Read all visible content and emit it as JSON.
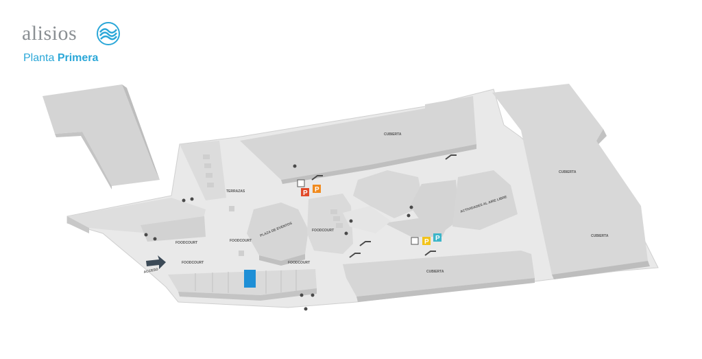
{
  "brand": {
    "name": "alisios",
    "subtitle_prefix": "Planta",
    "subtitle_strong": "Primera",
    "logo_icon": "waves-logo-icon"
  },
  "colors": {
    "brand_blue": "#2aa7d8",
    "parking_red": "#e04a2a",
    "parking_orange": "#f08a1e",
    "parking_yellow": "#f2c31b",
    "parking_teal": "#3bb5c9",
    "selected_unit": "#1e8fd6",
    "building": "#d4d4d4",
    "floor": "#e9e9e9"
  },
  "map": {
    "zones": {
      "cubierta_top": "CUBIERTA",
      "cubierta_right_upper": "CUBIERTA",
      "cubierta_right_lower": "CUBIERTA",
      "cubierta_bottom": "CUBIERTA",
      "terrazas": "TERRAZAS",
      "plaza": "PLAZA DE EVENTOS",
      "actividades": "ACTIVIDADES AL AIRE LIBRE",
      "foodcourt_a": "FOODCOURT",
      "foodcourt_b": "FOODCOURT",
      "foodcourt_c": "FOODCOURT",
      "foodcourt_d": "FOODCOURT",
      "foodcourt_e": "FOODCOURT",
      "acceso": "ACCESO"
    },
    "parking": {
      "p1": "P",
      "p2": "P",
      "p3": "P",
      "p4": "P"
    },
    "icons": [
      "restroom-icon",
      "wheelchair-icon",
      "escalator-icon",
      "elevator-icon",
      "access-arrow-icon"
    ]
  }
}
